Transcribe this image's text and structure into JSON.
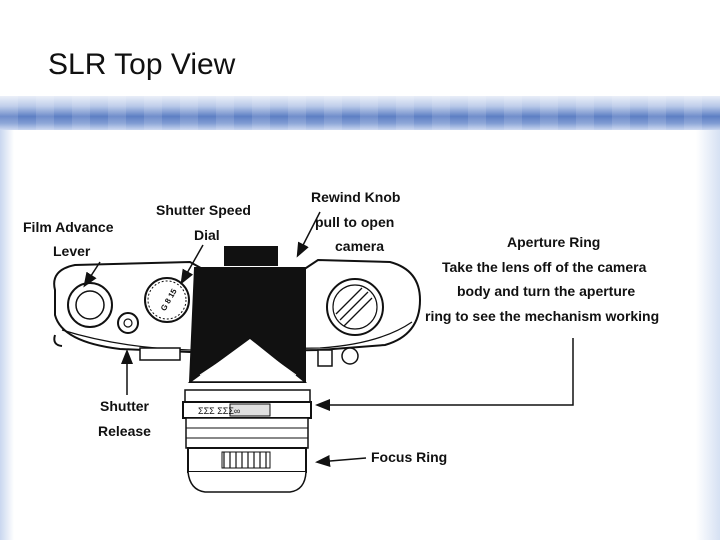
{
  "slide": {
    "title": "SLR Top View"
  },
  "diagram": {
    "labels": {
      "film_advance_1": "Film Advance",
      "film_advance_2": "Lever",
      "shutter_speed_1": "Shutter Speed",
      "shutter_speed_2": "Dial",
      "rewind_1": "Rewind Knob",
      "rewind_2": "pull to open",
      "rewind_3": "camera",
      "aperture_1": "Aperture Ring",
      "aperture_2": "Take the lens off of the camera",
      "aperture_3": "body and turn the aperture",
      "aperture_4": "ring to see the mechanism working",
      "shutter_release_1": "Shutter",
      "shutter_release_2": "Release",
      "focus_ring": "Focus Ring"
    },
    "lens_engraving": "ΣΣΣ   ΣΣΣ∞",
    "dial_text": "G 8 15"
  }
}
